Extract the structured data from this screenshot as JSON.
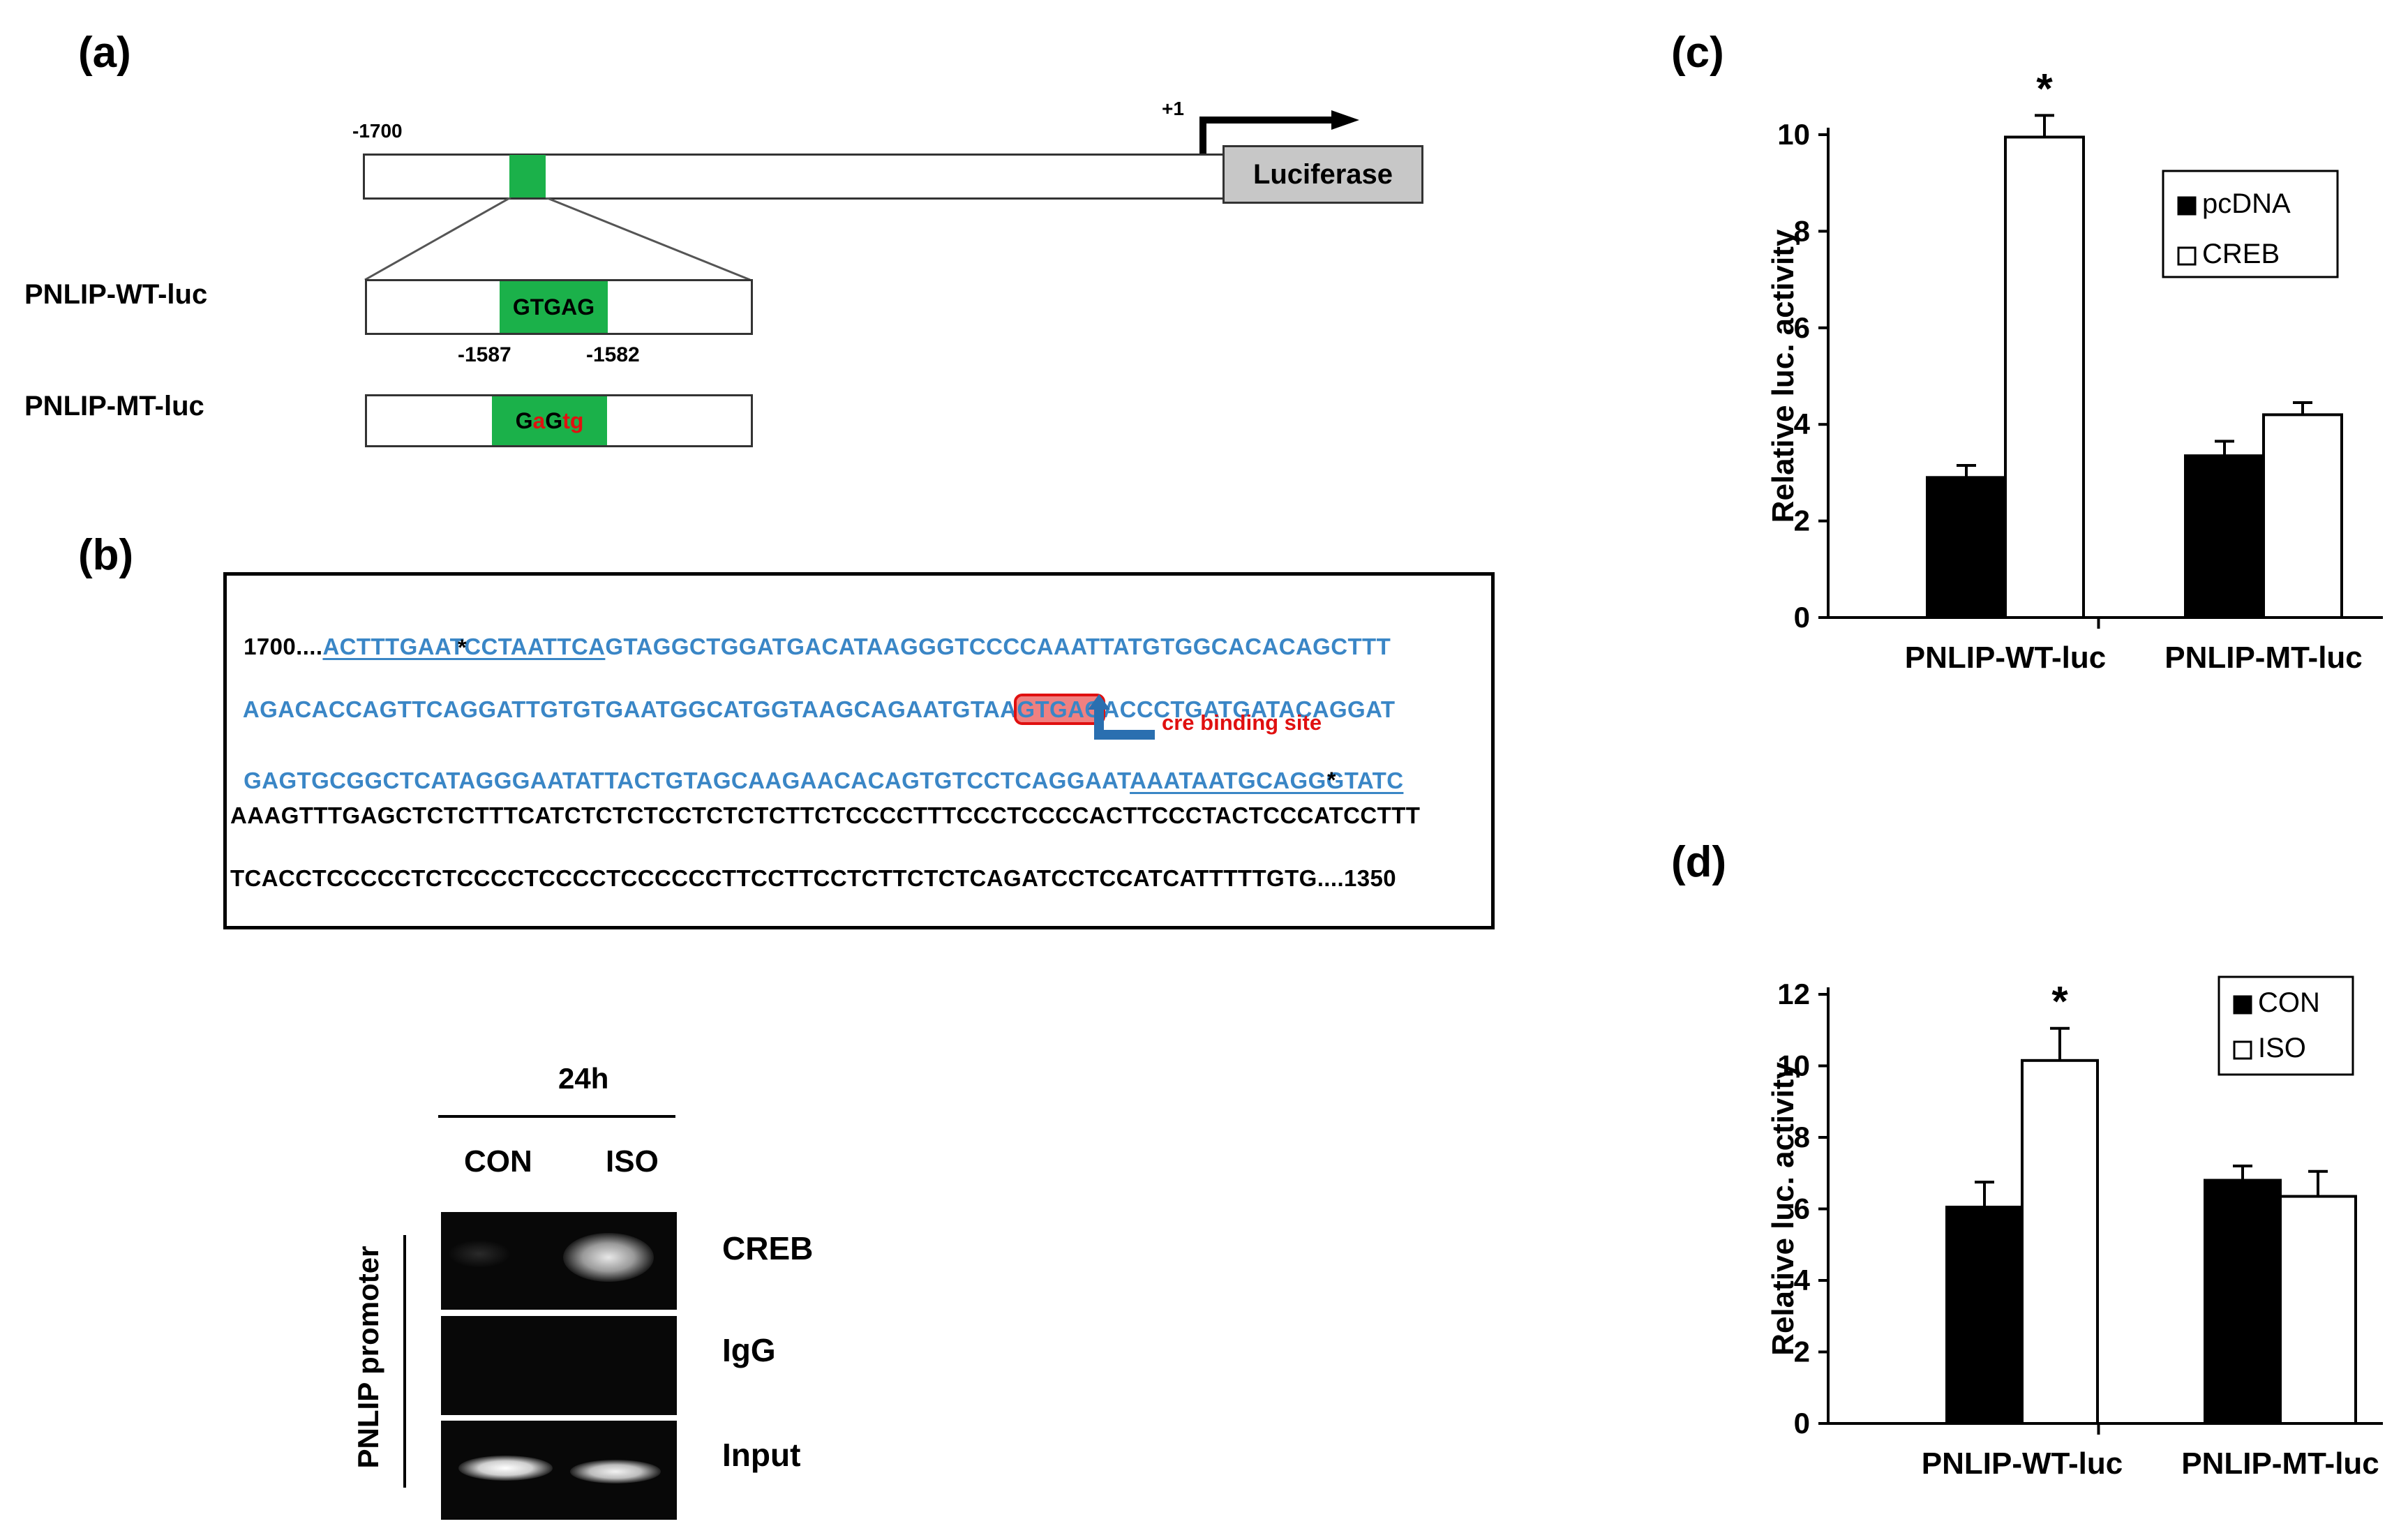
{
  "panels": {
    "a": "(a)",
    "b": "(b)",
    "c": "(c)",
    "d": "(d)"
  },
  "diagram_a": {
    "pos_start": "-1700",
    "tss": "+1",
    "reporter": "Luciferase",
    "wt_name": "PNLIP-WT-luc",
    "wt_seq": "GTGAG",
    "wt_pos_left": "-1587",
    "wt_pos_right": "-1582",
    "mt_name": "PNLIP-MT-luc",
    "mt_seq": [
      {
        "t": "G",
        "mut": false
      },
      {
        "t": "a",
        "mut": true
      },
      {
        "t": "G",
        "mut": false
      },
      {
        "t": "tg",
        "mut": true
      }
    ],
    "colors": {
      "site": "#1bb14a",
      "mutation": "#e01010",
      "reporter": "#c7c7c7"
    }
  },
  "sequence_b": {
    "line1_prefix": "1700....",
    "line1_primer": "ACTTTGAATCCTAATTCA",
    "line1_rest": "GTAGGCTGGATGACATAAGGGTCCCCAAATTATGTGGCACACAGCTTT",
    "line2_pre": "AGACACCAGTTCAGGATTGTGTGAATGGCATGGTAAGCAGAATGTAA",
    "line2_site": "GTGAG",
    "line2_post": "ACCCTGATGATACAGGAT",
    "site_label": "cre binding site",
    "line3_pre": "GAGTGCGGCTCATAGGGAATATTACTGTAGCAAGAACACAGTGTCCTCAGGAAT",
    "line3_primer": "AAATAATGCAGGGTATC",
    "line4": "AAAGTTTGAGCTCTCTTTCATCTCTCTCCTCTCTCTTCTCCCCTTTCCCTCCCCACTTCCCTACTCCCATCCTTT",
    "line5": "TCACCTCCCCCTCTCCCCTCCCCTCCCCCCTTCCTTCCTCTTCTCTCAGATCCTCCATCATTTTTGTG....1350",
    "star1": "*",
    "star2": "*",
    "colors": {
      "promoter": "#3a86c6",
      "site": "#e01010"
    }
  },
  "chip": {
    "time": "24h",
    "col1": "CON",
    "col2": "ISO",
    "side_label": "PNLIP promoter",
    "rows": [
      "CREB",
      "IgG",
      "Input"
    ]
  },
  "chart_data": [
    {
      "type": "bar",
      "categories": [
        "PNLIP-WT-luc",
        "PNLIP-MT-luc"
      ],
      "series": [
        {
          "name": "pcDNA",
          "values": [
            2.9,
            3.35
          ],
          "errors": [
            0.25,
            0.3
          ],
          "color": "#000000"
        },
        {
          "name": "CREB",
          "values": [
            9.95,
            4.2
          ],
          "errors": [
            0.45,
            0.25
          ],
          "color": "#ffffff"
        }
      ],
      "significance": [
        {
          "category": 0,
          "series": 1,
          "mark": "*"
        }
      ],
      "ylabel": "Relative luc. activity",
      "ylim": [
        0,
        10
      ],
      "yticks": [
        0,
        2,
        4,
        6,
        8,
        10
      ],
      "legend": "top-right",
      "grid": false
    },
    {
      "type": "bar",
      "categories": [
        "PNLIP-WT-luc",
        "PNLIP-MT-luc"
      ],
      "series": [
        {
          "name": "CON",
          "values": [
            6.05,
            6.8
          ],
          "errors": [
            0.7,
            0.4
          ],
          "color": "#000000"
        },
        {
          "name": "ISO",
          "values": [
            10.15,
            6.35
          ],
          "errors": [
            0.9,
            0.7
          ],
          "color": "#ffffff"
        }
      ],
      "significance": [
        {
          "category": 0,
          "series": 1,
          "mark": "*"
        }
      ],
      "ylabel": "Relative luc. activity",
      "ylim": [
        0,
        12
      ],
      "yticks": [
        0,
        2,
        4,
        6,
        8,
        10,
        12
      ],
      "legend": "top-right",
      "grid": false
    }
  ]
}
